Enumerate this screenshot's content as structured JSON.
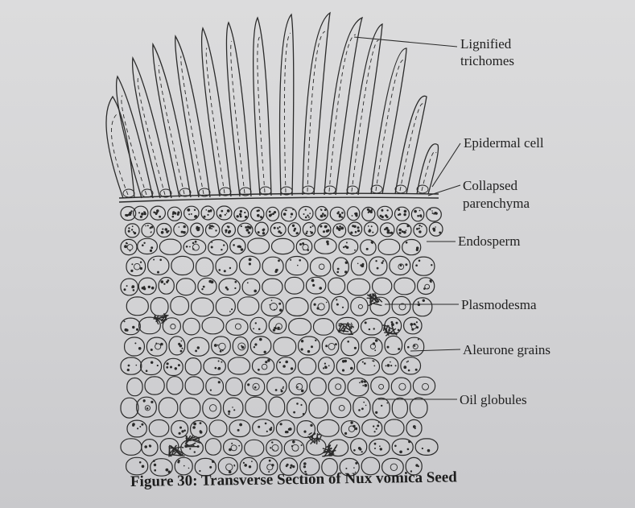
{
  "labels": {
    "lignified_trichomes_1": "Lignified",
    "lignified_trichomes_2": "trichomes",
    "epidermal_cell": "Epidermal cell",
    "collapsed_parenchyma_1": "Collapsed",
    "collapsed_parenchyma_2": "parenchyma",
    "endosperm": "Endosperm",
    "plasmodesma": "Plasmodesma",
    "aleurone_grains": "Aleurone grains",
    "oil_globules": "Oil globules"
  },
  "caption": "Figure 30: Transverse Section of Nux vomica Seed",
  "colors": {
    "ink": "#2a2a2a",
    "paper": "#d6d6d8"
  }
}
